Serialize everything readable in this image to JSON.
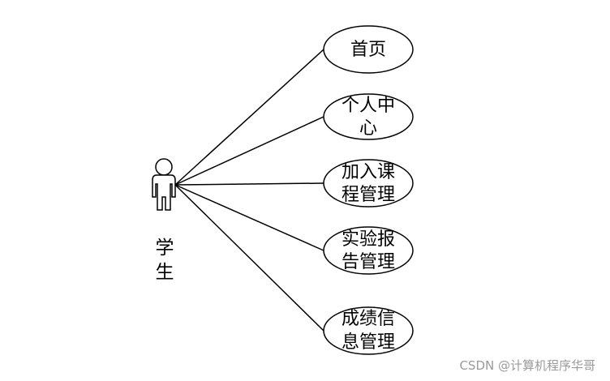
{
  "actor": {
    "label_lines": [
      "学",
      "生"
    ]
  },
  "use_cases": [
    {
      "lines": [
        "首页"
      ]
    },
    {
      "lines": [
        "个人中",
        "心"
      ]
    },
    {
      "lines": [
        "加入课",
        "程管理"
      ]
    },
    {
      "lines": [
        "实验报",
        "告管理"
      ]
    },
    {
      "lines": [
        "成绩信",
        "息管理"
      ]
    }
  ],
  "watermark": "CSDN @计算机程序华哥"
}
